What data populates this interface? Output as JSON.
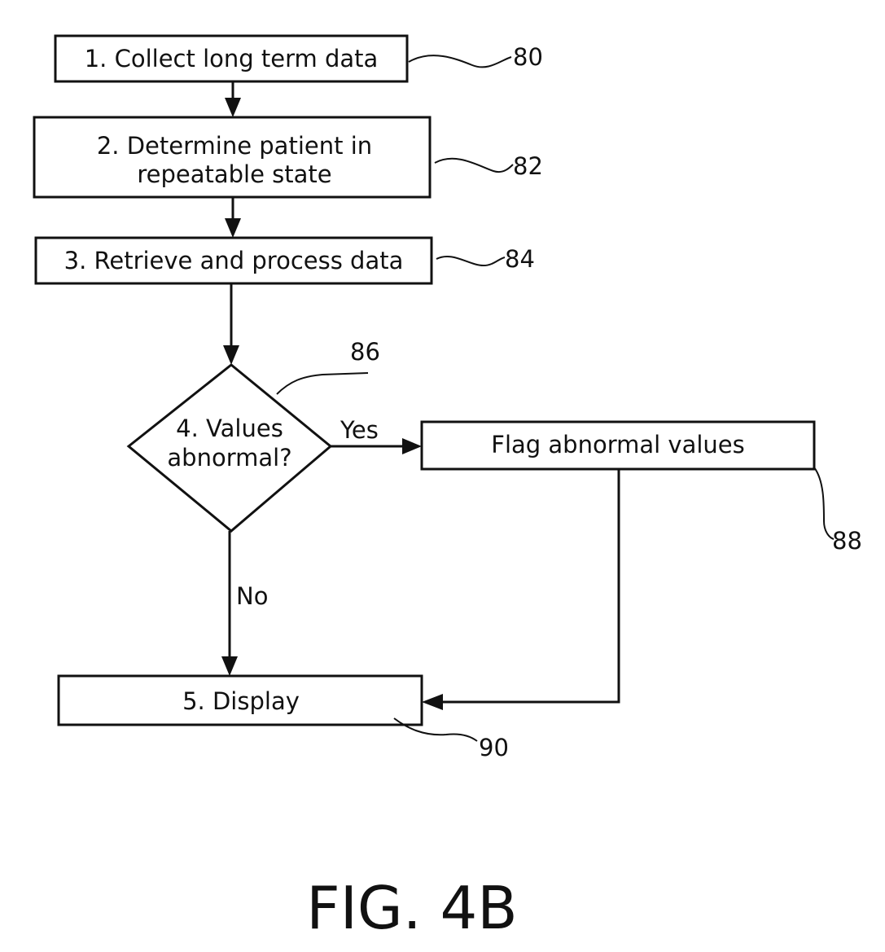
{
  "steps": {
    "step1": {
      "label": "1. Collect long term data",
      "ref": "80"
    },
    "step2": {
      "line1": "2. Determine patient in",
      "line2": "repeatable state",
      "ref": "82"
    },
    "step3": {
      "label": "3. Retrieve and process data",
      "ref": "84"
    },
    "decision": {
      "line1": "4. Values",
      "line2": "abnormal?",
      "ref": "86"
    },
    "flag": {
      "label": "Flag abnormal values",
      "ref": "88"
    },
    "display": {
      "label": "5. Display",
      "ref": "90"
    }
  },
  "branches": {
    "yes": "Yes",
    "no": "No"
  },
  "figure_label": "FIG. 4B"
}
